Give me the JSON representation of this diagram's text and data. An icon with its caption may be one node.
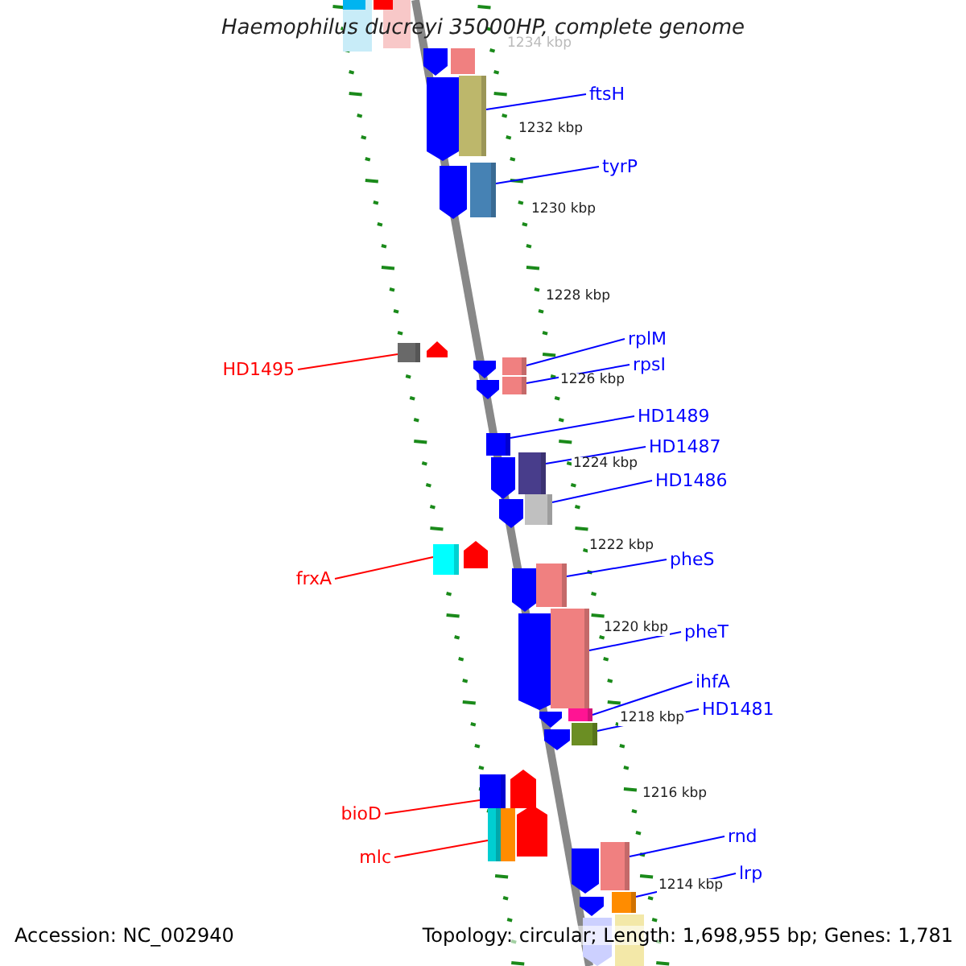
{
  "diagram": {
    "title": "Haemophilus ducreyi 35000HP, complete genome",
    "nodes": [
      {
        "text": [
          "ftsH"
        ]
      },
      {
        "text": [
          "tyrP"
        ]
      },
      {
        "text": [
          "rplM"
        ]
      },
      {
        "text": [
          "rpsI"
        ]
      },
      {
        "text": [
          "HD1489"
        ]
      },
      {
        "text": [
          "HD1487"
        ]
      },
      {
        "text": [
          "HD1486"
        ]
      },
      {
        "text": [
          "pheS"
        ]
      },
      {
        "text": [
          "pheT"
        ]
      },
      {
        "text": [
          "ihfA"
        ]
      },
      {
        "text": [
          "HD1481"
        ]
      },
      {
        "text": [
          "rnd"
        ]
      },
      {
        "text": [
          "lrp"
        ]
      },
      {
        "text": [
          "HD1495"
        ]
      },
      {
        "text": [
          "frxA"
        ]
      },
      {
        "text": [
          "bioD"
        ]
      },
      {
        "text": [
          "mlc"
        ]
      },
      {
        "text": [],
        "shape": "box"
      },
      {
        "text": [],
        "shape": "box"
      },
      {
        "text": [],
        "shape": "box"
      },
      {
        "text": [],
        "shape": "box"
      },
      {
        "text": [],
        "shape": "box"
      },
      {
        "text": [],
        "shape": "box"
      },
      {
        "text": [],
        "shape": "box"
      },
      {
        "text": [],
        "shape": "box"
      },
      {
        "text": [],
        "shape": "box"
      },
      {
        "text": [],
        "shape": "box"
      },
      {
        "text": [],
        "shape": "box"
      },
      {
        "text": [],
        "shape": "box"
      },
      {
        "text": [],
        "shape": "box"
      },
      {
        "text": [],
        "shape": "box"
      },
      {
        "text": [],
        "shape": "box"
      },
      {
        "text": [],
        "shape": "box"
      },
      {
        "text": [],
        "shape": "box"
      }
    ],
    "edges": [
      {
        "from": 0,
        "to": 17,
        "arrow": "none"
      },
      {
        "from": 1,
        "to": 18,
        "arrow": "none"
      },
      {
        "from": 2,
        "to": 19,
        "arrow": "none"
      },
      {
        "from": 3,
        "to": 20,
        "arrow": "none"
      },
      {
        "from": 4,
        "to": 21,
        "arrow": "none"
      },
      {
        "from": 5,
        "to": 22,
        "arrow": "none"
      },
      {
        "from": 6,
        "to": 23,
        "arrow": "none"
      },
      {
        "from": 7,
        "to": 24,
        "arrow": "none"
      },
      {
        "from": 8,
        "to": 25,
        "arrow": "none"
      },
      {
        "from": 9,
        "to": 26,
        "arrow": "none"
      },
      {
        "from": 10,
        "to": 27,
        "arrow": "none"
      },
      {
        "from": 11,
        "to": 28,
        "arrow": "none"
      },
      {
        "from": 12,
        "to": 29,
        "arrow": "none"
      },
      {
        "from": 13,
        "to": 30,
        "arrow": "none",
        "color": "#ff0000"
      },
      {
        "from": 14,
        "to": 31,
        "arrow": "none",
        "color": "#ff0000"
      },
      {
        "from": 15,
        "to": 32,
        "arrow": "none",
        "color": "#ff0000"
      },
      {
        "from": 16,
        "to": 33,
        "arrow": "none",
        "color": "#ff0000"
      }
    ],
    "labels": [
      "1234 kbp",
      "1232 kbp",
      "1230 kbp",
      "1228 kbp",
      "1226 kbp",
      "1224 kbp",
      "1222 kbp",
      "1220 kbp",
      "1218 kbp",
      "1216 kbp",
      "1214 kbp",
      "Accession: NC_002940",
      "Topology: circular; Length: 1,698,955 bp; Genes: 1,781"
    ]
  }
}
